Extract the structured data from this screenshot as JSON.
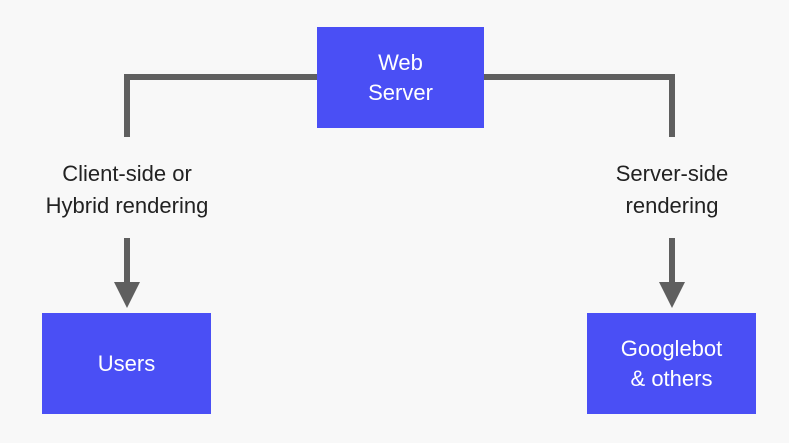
{
  "diagram": {
    "nodes": {
      "web_server": {
        "label": "Web\nServer"
      },
      "users": {
        "label": "Users"
      },
      "googlebot": {
        "label": "Googlebot\n& others"
      }
    },
    "edges": {
      "left": {
        "label": "Client-side or\nHybrid rendering"
      },
      "right": {
        "label": "Server-side\nrendering"
      }
    },
    "colors": {
      "node_fill": "#4a4ff5",
      "node_text": "#ffffff",
      "connector": "#5f5f5f",
      "label_text": "#222222",
      "background": "#f8f8f8"
    }
  }
}
